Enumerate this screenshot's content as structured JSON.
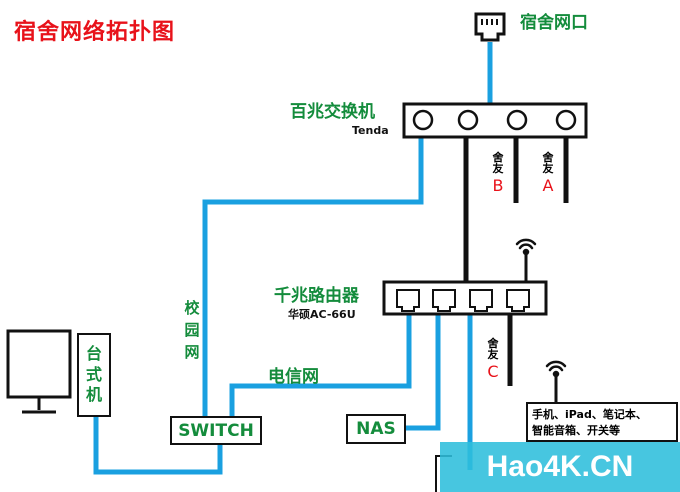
{
  "title": "宿舍网络拓扑图",
  "dorm_port": {
    "label": "宿舍网口"
  },
  "switch_100m": {
    "label": "百兆交换机",
    "brand": "Tenda",
    "port_count": 4
  },
  "router": {
    "label": "千兆路由器",
    "model": "华硕AC-66U",
    "port_count": 4
  },
  "roommates": [
    {
      "text": "舍友",
      "letter": "B"
    },
    {
      "text": "舍友",
      "letter": "A"
    },
    {
      "text": "舍友",
      "letter": "C"
    }
  ],
  "desktop": {
    "label": "台式机"
  },
  "campus_net": {
    "label": "校园网"
  },
  "telecom_net": {
    "label": "电信网"
  },
  "switch_box": {
    "label": "SWITCH"
  },
  "nas": {
    "label": "NAS"
  },
  "wireless_devices": {
    "line1": "手机、iPad、笔记本、",
    "line2": "智能音箱、开关等"
  },
  "watermark": "Hao4K.CN",
  "colors": {
    "cable": "#1aa0e0",
    "uplink": "#111111",
    "title": "#e8121a",
    "label": "#148c3c",
    "roommate_letter": "#e8121a"
  },
  "icons": [
    "ethernet-port-icon",
    "monitor-icon",
    "wifi-icon"
  ]
}
